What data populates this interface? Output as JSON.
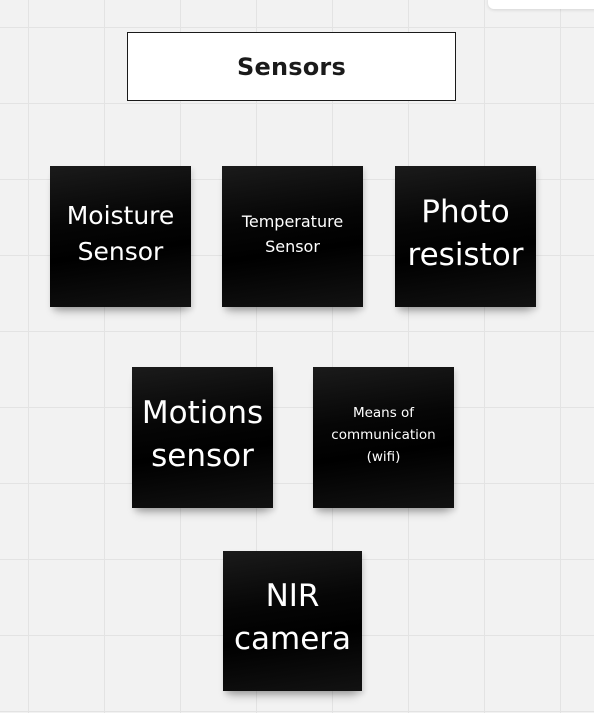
{
  "board": {
    "title": "Sensors"
  },
  "notes": [
    {
      "text": "Moisture\nSensor"
    },
    {
      "text": "Temperature\nSensor"
    },
    {
      "text": "Photo\nresistor"
    },
    {
      "text": "Motions\nsensor"
    },
    {
      "text": "Means of\ncommunication\n(wifi)"
    },
    {
      "text": "NIR\ncamera"
    }
  ],
  "colors": {
    "note_fill": "#000000",
    "note_text": "#ffffff",
    "canvas": "#f2f2f2",
    "grid": "#e3e3e3",
    "frame_border": "#1a1a1a"
  }
}
